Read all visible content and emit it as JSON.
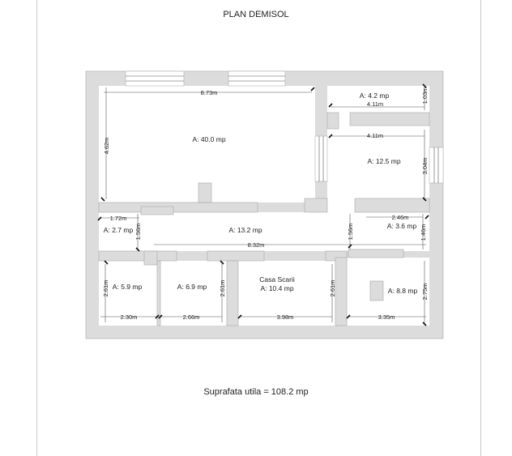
{
  "title": "PLAN DEMISOL",
  "total_label": "Suprafata utila = 108.2 mp",
  "colors": {
    "wall": "#dcdcdc",
    "wall_outline": "#a8a8a8",
    "background": "#ffffff"
  },
  "rooms": [
    {
      "id": "living",
      "name": "",
      "area": "A: 40.0 mp",
      "dims": [
        "8.73m",
        "4.62m"
      ]
    },
    {
      "id": "top-right-small",
      "name": "",
      "area": "A: 4.2 mp",
      "dims": [
        "4.11m",
        "1.03m"
      ]
    },
    {
      "id": "right-room",
      "name": "",
      "area": "A: 12.5 mp",
      "dims": [
        "4.11m",
        "3.04m"
      ]
    },
    {
      "id": "left-small",
      "name": "",
      "area": "A: 2.7 mp",
      "dims": [
        "1.72m",
        "1.56m"
      ]
    },
    {
      "id": "hall",
      "name": "",
      "area": "A: 13.2 mp",
      "dims": [
        "8.32m",
        "1.56m"
      ]
    },
    {
      "id": "right-small",
      "name": "",
      "area": "A: 3.6 mp",
      "dims": [
        "2.46m",
        "1.46m"
      ]
    },
    {
      "id": "bottom-1",
      "name": "",
      "area": "A: 5.9 mp",
      "dims": [
        "2.30m",
        "2.61m"
      ]
    },
    {
      "id": "bottom-2",
      "name": "",
      "area": "A: 6.9 mp",
      "dims": [
        "2.66m",
        "2.61m"
      ]
    },
    {
      "id": "stairs",
      "name": "Casa Scarii",
      "area": "A: 10.4 mp",
      "dims": [
        "3.98m",
        "2.61m"
      ]
    },
    {
      "id": "bottom-4",
      "name": "",
      "area": "A: 8.8 mp",
      "dims": [
        "3.35m",
        "2.75m"
      ]
    }
  ]
}
